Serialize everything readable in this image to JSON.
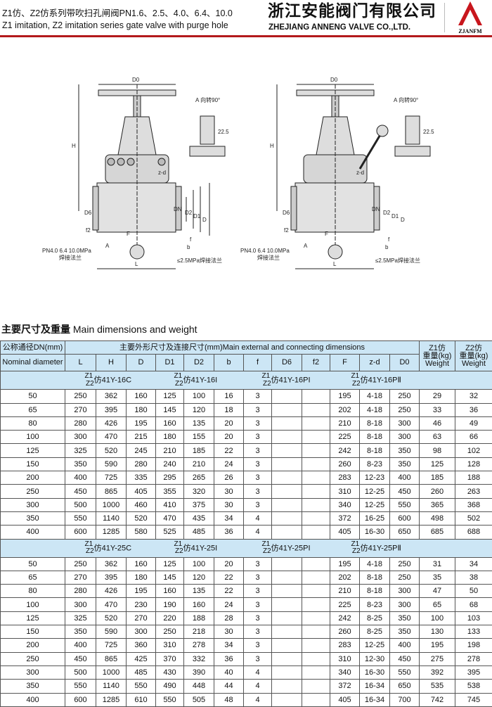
{
  "header": {
    "title_cn": "Z1仿、Z2仿系列带吹扫孔闸阀PN1.6、2.5、4.0、6.4、10.0",
    "title_en": "Z1 imitation, Z2 imitation series gate valve with purge hole",
    "company_cn": "浙江安能阀门有限公司",
    "company_en": "ZHEJIANG ANNENG VALVE CO.,LTD.",
    "logo_text": "ZJANFM",
    "accent": "#b3191c"
  },
  "drawing": {
    "labels": {
      "D0": "D0",
      "H": "H",
      "view": "A 向转90°",
      "dim225": "22.5",
      "zd": "z-d",
      "DN": "DN",
      "D2": "D2",
      "D1": "D1",
      "D": "D",
      "D6": "D6",
      "f2": "f2",
      "F": "F",
      "A": "A",
      "f": "f",
      "b": "b",
      "L": "L",
      "left_note1": "PN4.0 6.4 10.0MPa",
      "left_note2": "焊接法兰",
      "right_note": "≤2.5MPa焊接法兰"
    }
  },
  "section_title_cn": "主要尺寸及重量",
  "section_title_en": "Main dimensions and weight",
  "table": {
    "h_nominal_cn": "公称通径DN(mm)",
    "h_nominal_en": "Nominal diameter",
    "h_main": "主要外形尺寸及连接尺寸(mm)Main external and connecting dimensions",
    "h_z1": "Z1仿",
    "h_z2": "Z2仿",
    "h_weight_cn": "重量(kg)",
    "h_weight_en": "Weight",
    "columns": [
      "L",
      "H",
      "D",
      "D1",
      "D2",
      "b",
      "f",
      "D6",
      "f2",
      "F",
      "z-d",
      "D0"
    ],
    "groups": [
      {
        "models": [
          "仿41Y-16C",
          "仿41Y-16I",
          "仿41Y-16PI",
          "仿41Y-16PⅡ"
        ],
        "rows": [
          [
            "50",
            "250",
            "362",
            "160",
            "125",
            "100",
            "16",
            "3",
            "",
            "",
            "195",
            "4-18",
            "250",
            "29",
            "32"
          ],
          [
            "65",
            "270",
            "395",
            "180",
            "145",
            "120",
            "18",
            "3",
            "",
            "",
            "202",
            "4-18",
            "250",
            "33",
            "36"
          ],
          [
            "80",
            "280",
            "426",
            "195",
            "160",
            "135",
            "20",
            "3",
            "",
            "",
            "210",
            "8-18",
            "300",
            "46",
            "49"
          ],
          [
            "100",
            "300",
            "470",
            "215",
            "180",
            "155",
            "20",
            "3",
            "",
            "",
            "225",
            "8-18",
            "300",
            "63",
            "66"
          ],
          [
            "125",
            "325",
            "520",
            "245",
            "210",
            "185",
            "22",
            "3",
            "",
            "",
            "242",
            "8-18",
            "350",
            "98",
            "102"
          ],
          [
            "150",
            "350",
            "590",
            "280",
            "240",
            "210",
            "24",
            "3",
            "",
            "",
            "260",
            "8-23",
            "350",
            "125",
            "128"
          ],
          [
            "200",
            "400",
            "725",
            "335",
            "295",
            "265",
            "26",
            "3",
            "",
            "",
            "283",
            "12-23",
            "400",
            "185",
            "188"
          ],
          [
            "250",
            "450",
            "865",
            "405",
            "355",
            "320",
            "30",
            "3",
            "",
            "",
            "310",
            "12-25",
            "450",
            "260",
            "263"
          ],
          [
            "300",
            "500",
            "1000",
            "460",
            "410",
            "375",
            "30",
            "3",
            "",
            "",
            "340",
            "12-25",
            "550",
            "365",
            "368"
          ],
          [
            "350",
            "550",
            "1140",
            "520",
            "470",
            "435",
            "34",
            "4",
            "",
            "",
            "372",
            "16-25",
            "600",
            "498",
            "502"
          ],
          [
            "400",
            "600",
            "1285",
            "580",
            "525",
            "485",
            "36",
            "4",
            "",
            "",
            "405",
            "16-30",
            "650",
            "685",
            "688"
          ]
        ]
      },
      {
        "models": [
          "仿41Y-25C",
          "仿41Y-25I",
          "仿41Y-25PI",
          "仿41Y-25PⅡ"
        ],
        "rows": [
          [
            "50",
            "250",
            "362",
            "160",
            "125",
            "100",
            "20",
            "3",
            "",
            "",
            "195",
            "4-18",
            "250",
            "31",
            "34"
          ],
          [
            "65",
            "270",
            "395",
            "180",
            "145",
            "120",
            "22",
            "3",
            "",
            "",
            "202",
            "8-18",
            "250",
            "35",
            "38"
          ],
          [
            "80",
            "280",
            "426",
            "195",
            "160",
            "135",
            "22",
            "3",
            "",
            "",
            "210",
            "8-18",
            "300",
            "47",
            "50"
          ],
          [
            "100",
            "300",
            "470",
            "230",
            "190",
            "160",
            "24",
            "3",
            "",
            "",
            "225",
            "8-23",
            "300",
            "65",
            "68"
          ],
          [
            "125",
            "325",
            "520",
            "270",
            "220",
            "188",
            "28",
            "3",
            "",
            "",
            "242",
            "8-25",
            "350",
            "100",
            "103"
          ],
          [
            "150",
            "350",
            "590",
            "300",
            "250",
            "218",
            "30",
            "3",
            "",
            "",
            "260",
            "8-25",
            "350",
            "130",
            "133"
          ],
          [
            "200",
            "400",
            "725",
            "360",
            "310",
            "278",
            "34",
            "3",
            "",
            "",
            "283",
            "12-25",
            "400",
            "195",
            "198"
          ],
          [
            "250",
            "450",
            "865",
            "425",
            "370",
            "332",
            "36",
            "3",
            "",
            "",
            "310",
            "12-30",
            "450",
            "275",
            "278"
          ],
          [
            "300",
            "500",
            "1000",
            "485",
            "430",
            "390",
            "40",
            "4",
            "",
            "",
            "340",
            "16-30",
            "550",
            "392",
            "395"
          ],
          [
            "350",
            "550",
            "1140",
            "550",
            "490",
            "448",
            "44",
            "4",
            "",
            "",
            "372",
            "16-34",
            "650",
            "535",
            "538"
          ],
          [
            "400",
            "600",
            "1285",
            "610",
            "550",
            "505",
            "48",
            "4",
            "",
            "",
            "405",
            "16-34",
            "700",
            "742",
            "745"
          ]
        ]
      }
    ],
    "model_prefix_top": "Z1",
    "model_prefix_bottom": "Z2"
  }
}
